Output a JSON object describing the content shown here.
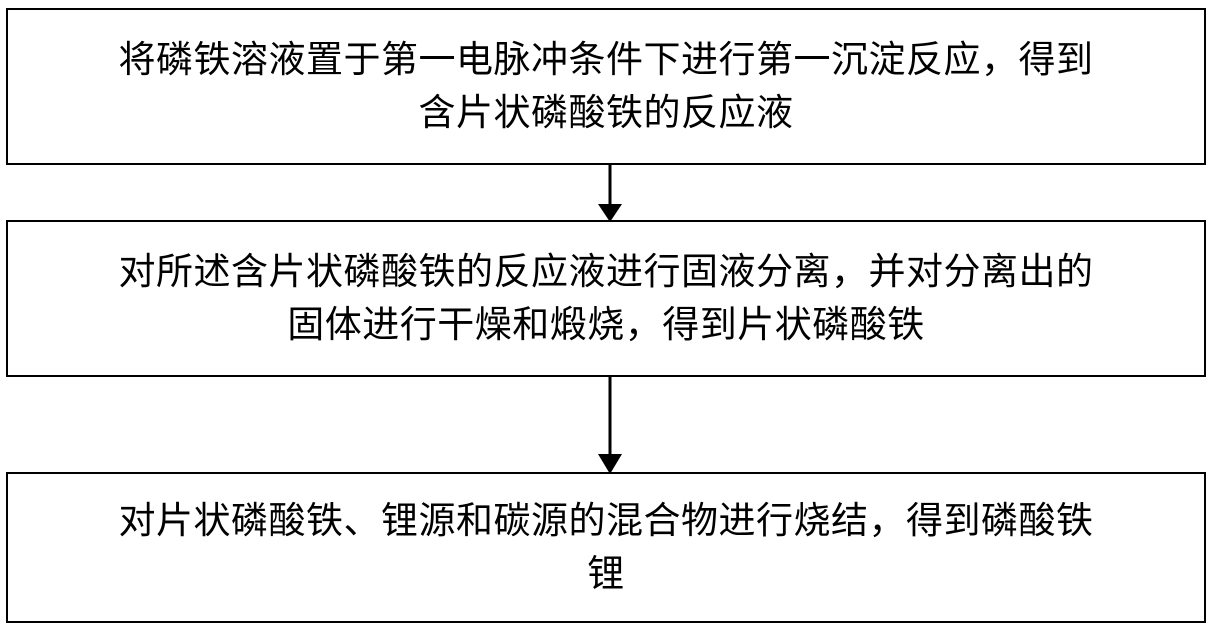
{
  "diagram": {
    "type": "flowchart",
    "orientation": "vertical",
    "background_color": "#ffffff",
    "line_color": "#000000",
    "text_color": "#000000",
    "steps": [
      {
        "id": "step-1",
        "lines": [
          "将磷铁溶液置于第一电脉冲条件下进行第一沉淀反应，得到",
          "含片状磷酸铁的反应液"
        ]
      },
      {
        "id": "step-2",
        "lines": [
          "对所述含片状磷酸铁的反应液进行固液分离，并对分离出的",
          "固体进行干燥和煅烧，得到片状磷酸铁"
        ]
      },
      {
        "id": "step-3",
        "lines": [
          "对片状磷酸铁、锂源和碳源的混合物进行烧结，得到磷酸铁",
          "锂"
        ]
      }
    ],
    "connectors": [
      {
        "id": "connector-1",
        "from": "step-1",
        "to": "step-2",
        "style": "arrow-down"
      },
      {
        "id": "connector-2",
        "from": "step-2",
        "to": "step-3",
        "style": "arrow-down"
      }
    ]
  }
}
